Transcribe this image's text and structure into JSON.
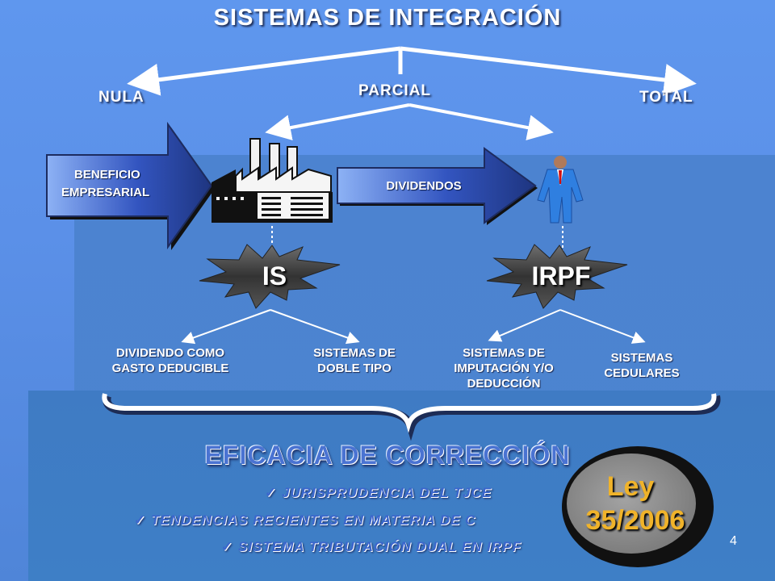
{
  "title": "SISTEMAS DE INTEGRACIÓN",
  "levels": {
    "nula": "NULA",
    "parcial": "PARCIAL",
    "total": "TOTAL"
  },
  "flow": {
    "beneficio_line1": "BENEFICIO",
    "beneficio_line2": "EMPRESARIAL",
    "dividendos": "DIVIDENDOS"
  },
  "taxes": {
    "is": "IS",
    "irpf": "IRPF"
  },
  "systems": {
    "dividendo_gasto": "DIVIDENDO COMO GASTO DEDUCIBLE",
    "doble_tipo": "SISTEMAS DE DOBLE TIPO",
    "imputacion": "SISTEMAS DE IMPUTACIÓN Y/O DEDUCCIÓN",
    "cedulares": "SISTEMAS CEDULARES"
  },
  "eficacia": "EFICACIA DE CORRECCIÓN",
  "bullets": [
    "JURISPRUDENCIA DEL TJCE",
    "TENDENCIAS RECIENTES EN MATERIA DE C",
    "SISTEMA TRIBUTACIÓN DUAL EN IRPF"
  ],
  "check_glyph": "✓",
  "ley": {
    "line1": "Ley",
    "line2": "35/2006"
  },
  "page_number": "4",
  "icons": [
    "factory-icon",
    "person-icon",
    "curly-brace-icon"
  ],
  "colors": {
    "background": "#5f97ee",
    "arrow_dark": "#1e3580",
    "ley_gold": "#f0b32a",
    "ley_disc": "#8f8f8f"
  }
}
